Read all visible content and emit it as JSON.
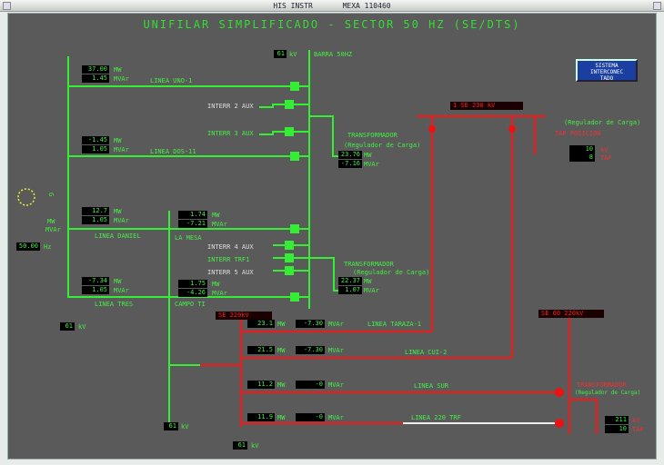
{
  "window": {
    "title_left": "HIS INSTR",
    "title_right": "MEXA 110460"
  },
  "title": "UNIFILAR SIMPLIFICADO - SECTOR 50 HZ (SE/DTS)",
  "system_button": {
    "line1": "SISTEMA",
    "line2": "INTERCONEC",
    "line3": "TADO"
  },
  "bus_top": {
    "value": "61",
    "unit": "kV",
    "label": "BARRA 50HZ"
  },
  "bus_bottom_left": {
    "value": "61",
    "unit": "kV"
  },
  "bus_mid_bottom": {
    "value": "61",
    "unit": "kV"
  },
  "frequency": {
    "value": "50.00",
    "unit": "Hz"
  },
  "generator": {
    "label": "G",
    "mw_label": "MW",
    "mvar_label": "MVAr"
  },
  "feeders_left": [
    {
      "mw": "37.00",
      "mvar": "1.45",
      "name": "LINEA UNO-1"
    },
    {
      "mw": "-1.45",
      "mvar": "1.05",
      "name": "LINEA DOS-11"
    },
    {
      "mw": "12.7",
      "mvar": "1.05",
      "name": "LINEA DANIEL"
    },
    {
      "mw": "-7.34",
      "mvar": "1.05",
      "name": "LINEA TRES"
    }
  ],
  "feeders_mid": [
    {
      "mw": "1.74",
      "mvar": "-7.21",
      "name": "LA MESA"
    },
    {
      "mw": "1.75",
      "mvar": "-4.26",
      "name": "CAMPO TI"
    }
  ],
  "units": {
    "mw": "MW",
    "mvar": "MVAr"
  },
  "breakers": [
    "INTERR 2 AUX",
    "INTERR 3 AUX",
    "INTERR 4 AUX",
    "INTERR TRF1",
    "INTERR 5 AUX"
  ],
  "transformer": {
    "label1": "TRANSFORMADOR",
    "label2": "(Regulador de Carga)",
    "mw": "23.76",
    "mvar": "-7.16"
  },
  "transformer2": {
    "label1": "TRANSFORMADOR",
    "label2": "(Regulador de Carga)",
    "mw": "22.37",
    "mvar": "1.07"
  },
  "red_bus_top": {
    "label": "1 SE 230 kV"
  },
  "red_regulator": {
    "label": "(Regulador de Carga)",
    "sub": "TAP POSICION",
    "tap1": "10",
    "tap2": "8",
    "u1": "kV",
    "u2": "TAP"
  },
  "red_bus_left": {
    "label": "SE 220kV"
  },
  "red_bus_right": {
    "label": "SE 60 220kV"
  },
  "red_feeders": [
    {
      "mw": "23.1",
      "mvar": "-7.30",
      "name": "LINEA TARAZA-1"
    },
    {
      "mw": "21.5",
      "mvar": "-7.30",
      "name": "LINEA CUI-2"
    },
    {
      "mw": "11.2",
      "mvar": "-0",
      "name": "LINEA SUR"
    },
    {
      "mw": "11.9",
      "mvar": "-0",
      "name": "LINEA 220 TRF"
    }
  ],
  "red_right": {
    "label1": "TRANSFORMADOR",
    "label2": "(Regulador de Carga)",
    "v1": "211",
    "v2": "10",
    "u1": "kV",
    "u2": "TAP"
  },
  "bottom_bus": {
    "value": "61",
    "unit": "kV"
  }
}
